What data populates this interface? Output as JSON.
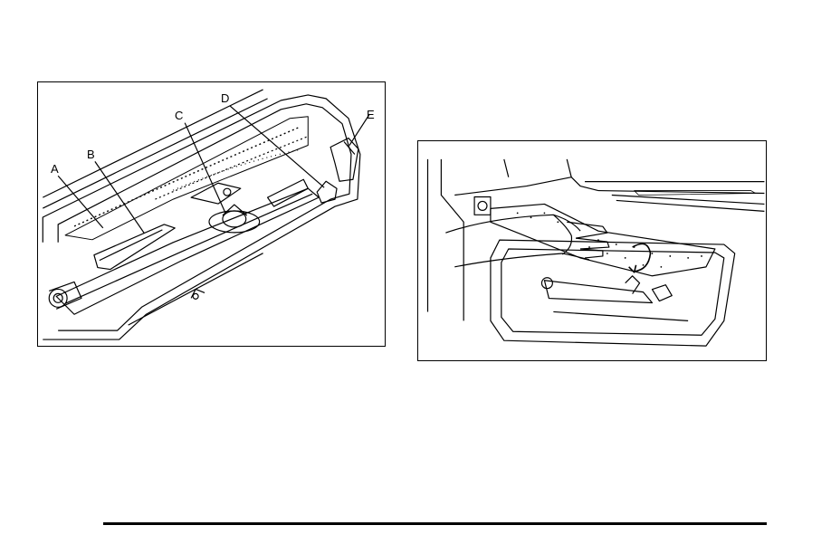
{
  "figure_left": {
    "callouts": [
      {
        "id": "A",
        "label": "A"
      },
      {
        "id": "B",
        "label": "B"
      },
      {
        "id": "C",
        "label": "C"
      },
      {
        "id": "D",
        "label": "D"
      },
      {
        "id": "E",
        "label": "E"
      }
    ]
  },
  "colors": {
    "line": "#000000",
    "background": "#ffffff"
  }
}
